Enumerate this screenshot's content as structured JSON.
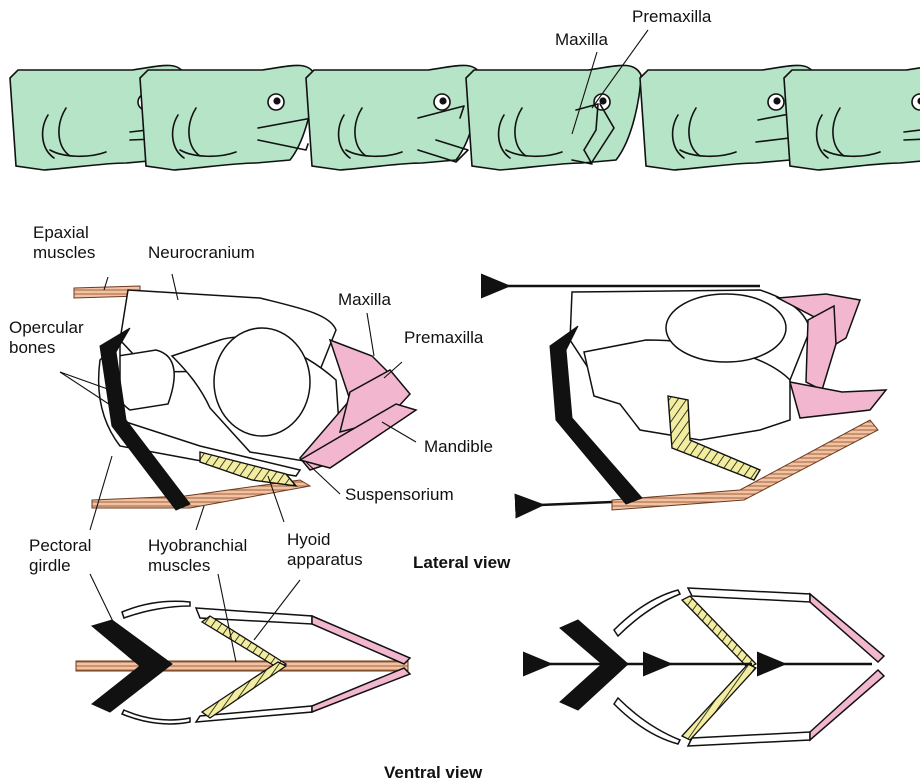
{
  "labels": {
    "maxilla_top": "Maxilla",
    "premaxilla_top": "Premaxilla",
    "epaxial": [
      "Epaxial",
      "muscles"
    ],
    "neurocranium": "Neurocranium",
    "maxilla": "Maxilla",
    "premaxilla": "Premaxilla",
    "opercular": [
      "Opercular",
      "bones"
    ],
    "mandible": "Mandible",
    "suspensorium": "Suspensorium",
    "pectoral": [
      "Pectoral",
      "girdle"
    ],
    "hyobranchial": [
      "Hyobranchial",
      "muscles"
    ],
    "hyoid": [
      "Hyoid",
      "apparatus"
    ],
    "lateral_view": "Lateral view",
    "ventral_view": "Ventral view"
  },
  "colors": {
    "head_skin": "#b5e4c7",
    "muscle": "#f2c3a3",
    "premaxilla_mandible": "#f3b6cf",
    "hyoid": "#f3eda0",
    "girdle": "#111111"
  },
  "head_sequence": [
    "closed",
    "opening",
    "open",
    "protruded",
    "closing",
    "closed"
  ]
}
